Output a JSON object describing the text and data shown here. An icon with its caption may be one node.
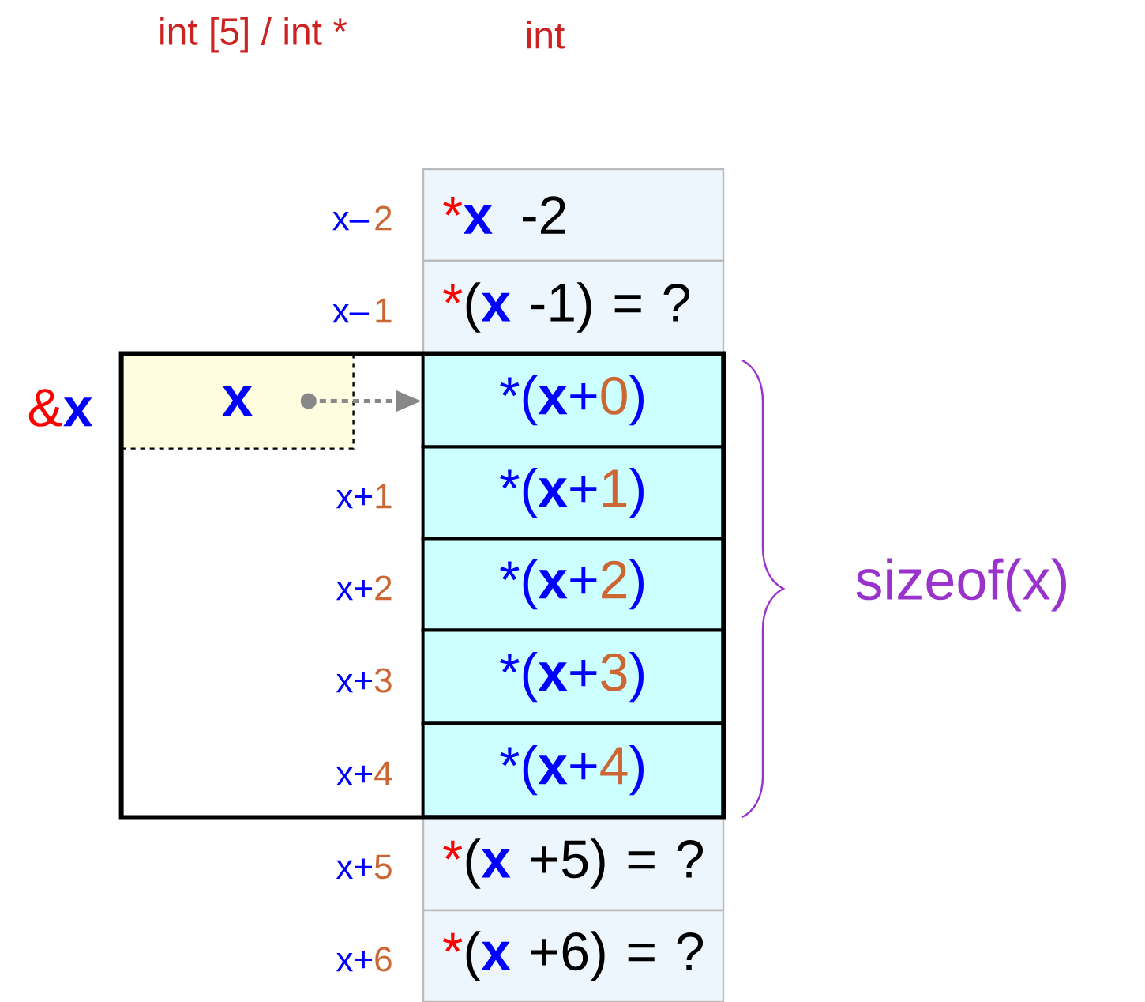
{
  "diagram": {
    "nodes": [
      {
        "text": [],
        "shape": "box"
      },
      {
        "text": [
          "x"
        ],
        "in": 0
      },
      {
        "text": [
          "*",
          "x",
          " -2"
        ]
      },
      {
        "text": [
          "*",
          "(",
          "x",
          " -1) = ?"
        ]
      },
      {
        "text": [
          "*(**x**+",
          "0",
          ")"
        ],
        "in": 0
      },
      {
        "text": [
          "*(**x**+",
          "1",
          ")"
        ],
        "in": 0
      },
      {
        "text": [
          "*(**x**+",
          "2",
          ")"
        ],
        "in": 0
      },
      {
        "text": [
          "*(**x**+",
          "3",
          ")"
        ],
        "in": 0
      },
      {
        "text": [
          "*(**x**+",
          "4",
          ")"
        ],
        "in": 0
      },
      {
        "text": [
          "*",
          "(",
          "x",
          " +5) = ?"
        ]
      },
      {
        "text": [
          "*",
          "(",
          "x",
          " +6) = ?"
        ]
      }
    ],
    "edges": [
      {
        "from": 1,
        "to": 4,
        "arrow": "to",
        "style": "dashed",
        "color": "#888888"
      }
    ],
    "labels": [
      "int [5] / int *",
      "int",
      "&",
      "x",
      "x–",
      "2",
      "x–",
      "1",
      "x+",
      "1",
      "x+",
      "2",
      "x+",
      "3",
      "x+",
      "4",
      "x+",
      "5",
      "x+",
      "6",
      "sizeof(x)"
    ]
  }
}
